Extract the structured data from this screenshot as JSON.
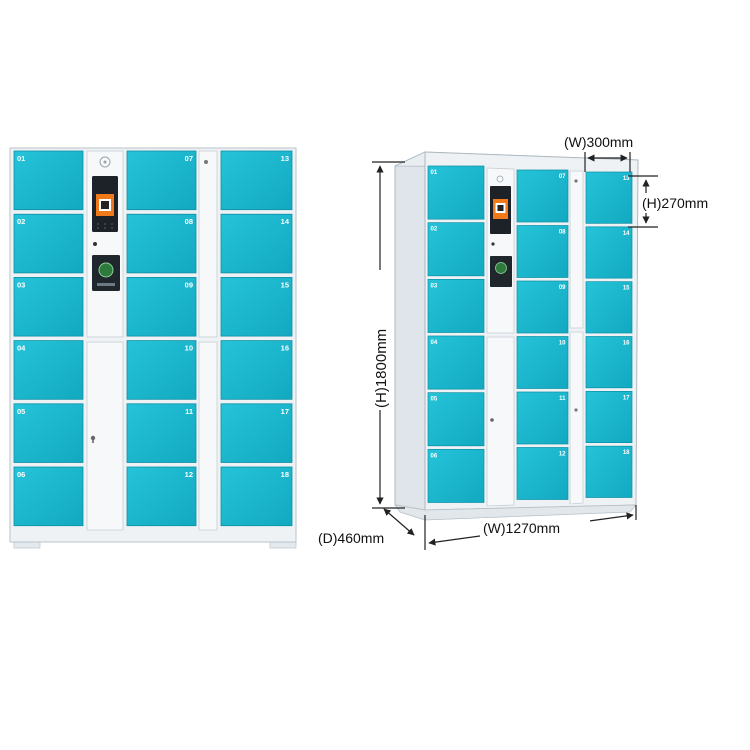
{
  "colors": {
    "door": "#1cb8cf",
    "door_edge": "#0d8fa5",
    "frame": "#e9eef2",
    "frame_edge": "#b9c3ca",
    "panel": "#f5f7f9",
    "screen_orange": "#f07a1a",
    "dim_line": "#222222"
  },
  "front_locker": {
    "door_numbers": {
      "left": [
        "01",
        "02",
        "03",
        "04",
        "05",
        "06"
      ],
      "middle": [
        "07",
        "08",
        "09",
        "10",
        "11",
        "12"
      ],
      "right": [
        "13",
        "14",
        "15",
        "16",
        "17",
        "18"
      ]
    }
  },
  "side_locker": {
    "door_numbers": {
      "left": [
        "01",
        "02",
        "03",
        "04",
        "05",
        "06"
      ],
      "middle": [
        "07",
        "08",
        "09",
        "10",
        "11",
        "12"
      ],
      "right": [
        "13",
        "14",
        "15",
        "16",
        "17",
        "18"
      ]
    }
  },
  "dimensions": {
    "width_per_door": "(W)300mm",
    "height_per_door": "(H)270mm",
    "total_height": "(H)1800mm",
    "depth": "(D)460mm",
    "total_width": "(W)1270mm"
  },
  "icons": [
    "speaker-icon",
    "qr-screen-icon",
    "card-reader-icon",
    "keyhole-icon"
  ]
}
